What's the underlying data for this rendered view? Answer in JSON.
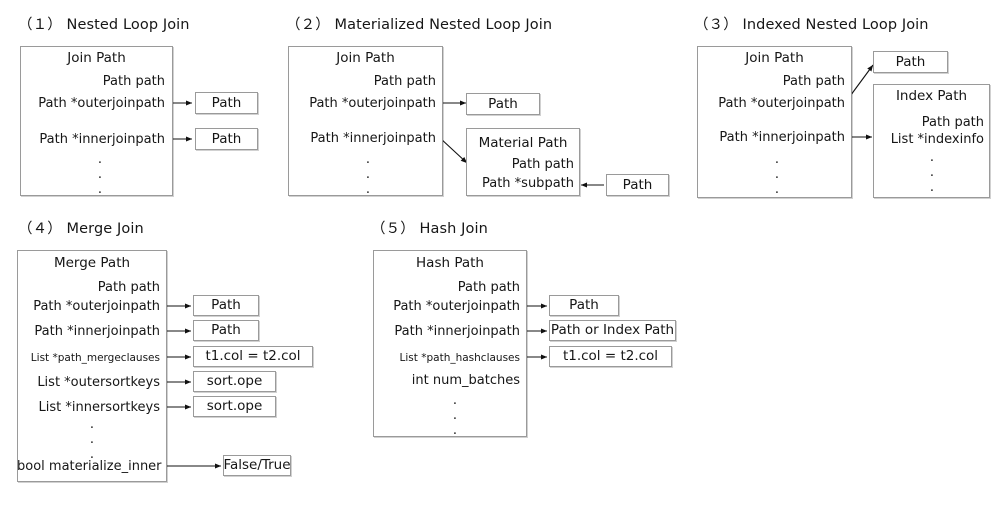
{
  "figure": {
    "background": "#ffffff",
    "box_border_color": "#9a9a9a",
    "text_color": "#161616"
  },
  "panels": [
    {
      "id": "nested-loop-join",
      "title": "（１） Nested Loop Join",
      "main_box": {
        "name": "Join Path",
        "fields": [
          "Path  path",
          "Path  *outerjoinpath",
          "Path  *innerjoinpath"
        ],
        "ellipsis": "."
      },
      "targets": [
        {
          "label": "Path"
        },
        {
          "label": "Path"
        }
      ]
    },
    {
      "id": "materialized-nested-loop-join",
      "title": "（２） Materialized Nested Loop Join",
      "main_box": {
        "name": "Join Path",
        "fields": [
          "Path  path",
          "Path  *outerjoinpath",
          "Path  *innerjoinpath"
        ],
        "ellipsis": "."
      },
      "targets": [
        {
          "label": "Path"
        },
        {
          "label": "Material Path",
          "fields": [
            "Path path",
            "Path *subpath"
          ]
        },
        {
          "label": "Path"
        }
      ]
    },
    {
      "id": "indexed-nested-loop-join",
      "title": "（３） Indexed Nested Loop Join",
      "main_box": {
        "name": "Join Path",
        "fields": [
          "Path  path",
          "Path  *outerjoinpath",
          "Path  *innerjoinpath"
        ],
        "ellipsis": "."
      },
      "targets": [
        {
          "label": "Path"
        },
        {
          "label": "Index Path",
          "fields": [
            "Path path",
            "List *indexinfo"
          ],
          "ellipsis": "."
        }
      ]
    },
    {
      "id": "merge-join",
      "title": "（４） Merge Join",
      "main_box": {
        "name": "Merge Path",
        "fields": [
          "Path  path",
          "Path  *outerjoinpath",
          "Path  *innerjoinpath",
          "List   *path_mergeclauses",
          "List *outersortkeys",
          "List *innersortkeys",
          "bool  materialize_inner"
        ],
        "ellipsis": "."
      },
      "targets": [
        {
          "label": "Path"
        },
        {
          "label": "Path"
        },
        {
          "label": "t1.col = t2.col"
        },
        {
          "label": "sort.ope"
        },
        {
          "label": "sort.ope"
        },
        {
          "label": "False/True"
        }
      ]
    },
    {
      "id": "hash-join",
      "title": "（５） Hash Join",
      "main_box": {
        "name": "Hash Path",
        "fields": [
          "Path  path",
          "Path  *outerjoinpath",
          "Path  *innerjoinpath",
          "List   *path_hashclauses",
          "int num_batches"
        ],
        "ellipsis": "."
      },
      "targets": [
        {
          "label": "Path"
        },
        {
          "label": "Path or Index Path"
        },
        {
          "label": "t1.col = t2.col"
        }
      ]
    }
  ]
}
